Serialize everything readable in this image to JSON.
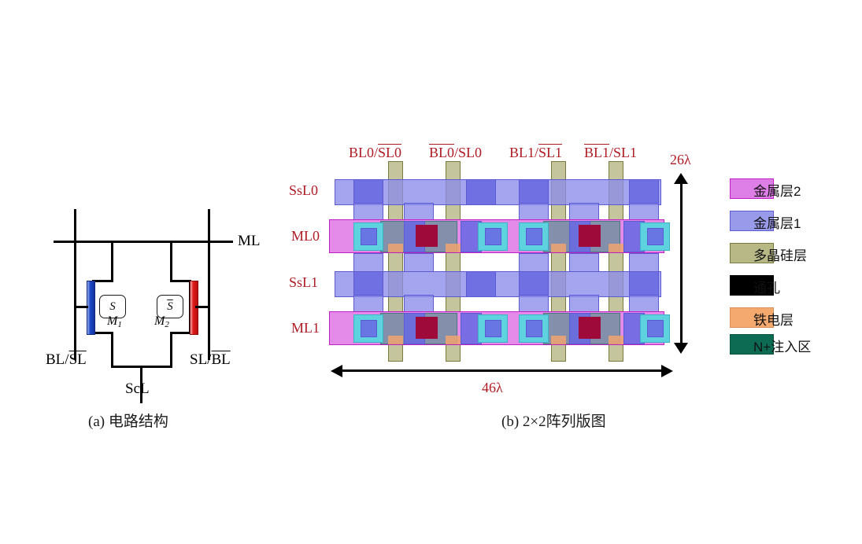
{
  "figure": {
    "captions": [
      {
        "id": "a",
        "text": "(a) 电路结构"
      },
      {
        "id": "b",
        "text": "(b) 2×2阵列版图"
      }
    ]
  },
  "circuit": {
    "name": "2T ferroelectric CAM cell circuit",
    "nets": {
      "match_line": "ML",
      "select_line": "ScL",
      "left_bitline": {
        "pre": "BL",
        "sep": "/",
        "over": "SL",
        "suffix": ""
      },
      "right_bitline": {
        "pre": "SL",
        "sep": "/",
        "over": "BL",
        "suffix": ""
      }
    },
    "labels": {
      "ml": "ML",
      "scl": "ScL",
      "bl_sl_left_plain": "BL/",
      "bl_sl_left_over": "SL",
      "bl_sl_right_plain": "SL/",
      "bl_sl_right_over": "BL"
    },
    "transistors": [
      {
        "name": "M1",
        "label": "M",
        "index": "1",
        "state": "S",
        "state_overline": false,
        "cap_color": "#1b48c4"
      },
      {
        "name": "M2",
        "label": "M",
        "index": "2",
        "state": "S",
        "state_overline": true,
        "cap_color": "#e01b1b"
      }
    ]
  },
  "layout": {
    "name": "2x2 array layout",
    "column_labels": [
      {
        "plain_a": "BL0/",
        "over": "SL0",
        "plain_b": ""
      },
      {
        "plain_a": "",
        "over": "BL0",
        "plain_b": "/SL0"
      },
      {
        "plain_a": "BL1/",
        "over": "SL1",
        "plain_b": ""
      },
      {
        "plain_a": "",
        "over": "BL1",
        "plain_b": "/SL1"
      }
    ],
    "row_labels": [
      "SsL0",
      "ML0",
      "SsL1",
      "ML1"
    ],
    "dimensions": {
      "height": "26λ",
      "width": "46λ"
    }
  },
  "legend": {
    "items": [
      {
        "label": "金属层2",
        "color": "#dd7fe6",
        "border": "#c21fc7"
      },
      {
        "label": "金属层1",
        "color": "#9a9aea",
        "border": "#5a5ad2"
      },
      {
        "label": "多晶硅层",
        "color": "#b7b886",
        "border": "#7a7a3c"
      },
      {
        "label": "通孔",
        "color": "#000000",
        "border": "#000000"
      },
      {
        "label": "铁电层",
        "color": "#f4a96f",
        "border": "#d98f55"
      },
      {
        "label": "N+注入区",
        "color": "#0d6b54",
        "border": "#0a5542"
      }
    ]
  },
  "colors": {
    "label_red": "#b01c26",
    "metal2": "#e48ae8",
    "metal1": "#8c8ceb",
    "poly": "#b7b886",
    "via": "#000000",
    "ferro": "#f0a46e",
    "nplus": "#349678",
    "contact_cyan": "#5fd2e0",
    "via_dark_red": "#9e0b3a"
  }
}
